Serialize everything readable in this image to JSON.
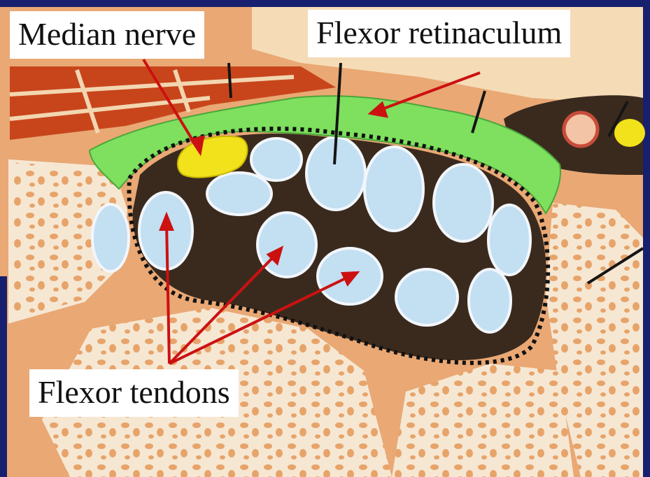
{
  "labels": {
    "median_nerve": "Median nerve",
    "flexor_retinaculum": "Flexor retinaculum",
    "flexor_tendons": "Flexor tendons"
  },
  "colors": {
    "background_tissue": "#e9a874",
    "muscle": "#c8451c",
    "bone": "#f6e7d3",
    "bone_pores": "#e7a46a",
    "tunnel_fill": "#3a2a1e",
    "tendon": "#c3dff2",
    "retinaculum": "#7ee05e",
    "median_nerve": "#f2e21c",
    "arrow": "#cc1111",
    "slide_frame": "#16206e",
    "tunnel_outline": "#111111"
  }
}
